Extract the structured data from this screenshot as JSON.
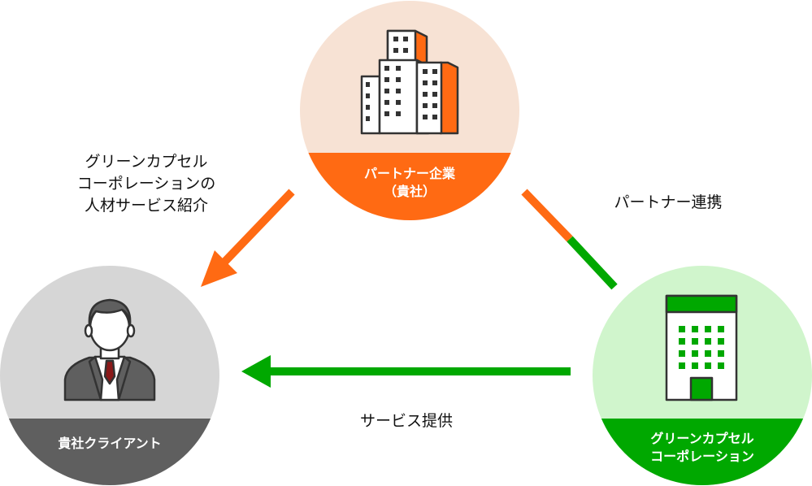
{
  "nodes": {
    "partner": {
      "label_line1": "パートナー企業",
      "label_line2": "（貴社）",
      "icon": "office-buildings-icon",
      "color": "#ff6a13"
    },
    "client": {
      "label": "貴社クライアント",
      "icon": "businessman-icon",
      "color": "#5f5f5f"
    },
    "greencapsule": {
      "label_line1": "グリーンカプセル",
      "label_line2": "コーポレーション",
      "icon": "office-building-icon",
      "color": "#00a800"
    }
  },
  "edges": {
    "introduction": {
      "line1": "グリーンカプセル",
      "line2": "コーポレーションの",
      "line3": "人材サービス紹介",
      "color": "#ff6a13"
    },
    "collaboration": {
      "label": "パートナー連携",
      "colors": [
        "#ff6a13",
        "#00a800"
      ]
    },
    "service": {
      "label": "サービス提供",
      "color": "#00a800"
    }
  }
}
